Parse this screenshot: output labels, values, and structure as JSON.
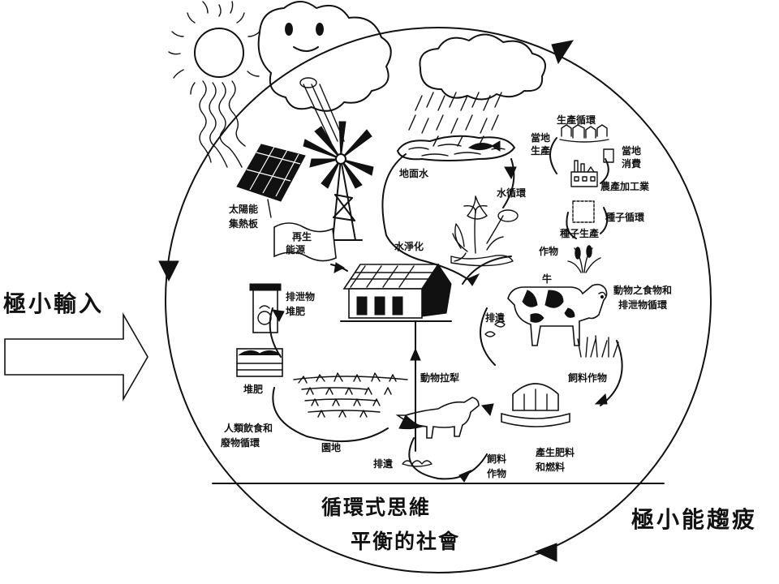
{
  "left_caption": "極小輸入",
  "right_caption": "極小能趨疲",
  "bottom_caption": {
    "line1": "循環式思維",
    "line2": "平衡的社會"
  },
  "labels": {
    "solar_panel": [
      "太陽能",
      "集熱板"
    ],
    "renewable": [
      "再生",
      "能源"
    ],
    "surface_water": "地面水",
    "water_cycle": "水循環",
    "water_purify": "水淨化",
    "production_cycle": "生產循環",
    "local_production": [
      "當地",
      "生產"
    ],
    "local_consumption": [
      "當地",
      "消費"
    ],
    "agri_processing": "農產加工業",
    "seed_cycle": "種子循環",
    "seed_production": "種子生產",
    "crops": "作物",
    "cow": "牛",
    "animal_cycle": [
      "動物之食物和",
      "排泄物循環"
    ],
    "excrement_cow": "排遺",
    "feed_crops": "飼料作物",
    "excreta_compost": [
      "排泄物",
      "堆肥"
    ],
    "compost": "堆肥",
    "human_cycle": [
      "人類飲食和",
      "廢物循環"
    ],
    "garden": "園地",
    "animal_plough": "動物拉犁",
    "excrement_horse": "排遺",
    "feed_crops_small": [
      "飼料",
      "作物"
    ],
    "fertilizer_fuel": [
      "產生肥料",
      "和燃料"
    ]
  }
}
